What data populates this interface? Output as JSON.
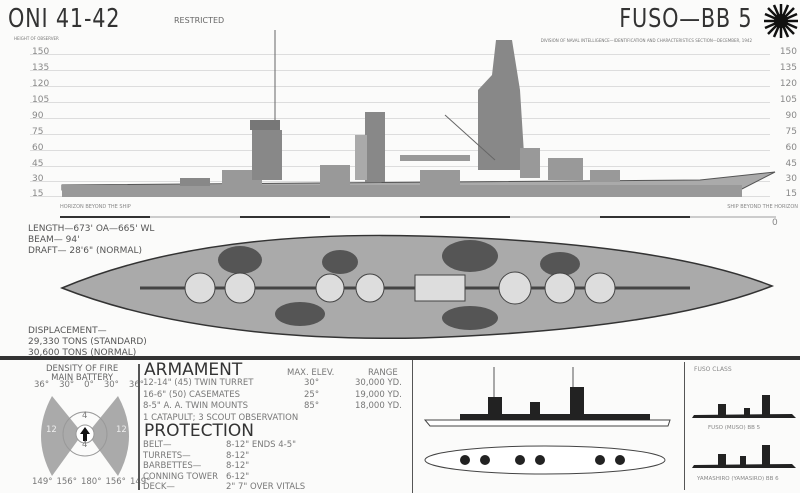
{
  "header": {
    "doc_id": "ONI 41-42",
    "classification": "RESTRICTED",
    "ship": "FUSO—BB 5",
    "subtitle": "DIVISION OF NAVAL INTELLIGENCE—IDENTIFICATION AND CHARACTERISTICS SECTION—DECEMBER, 1942",
    "emblem": "rising-sun-icon"
  },
  "profile": {
    "observer_label": "HEIGHT OF OBSERVER",
    "height_ticks": [
      "150",
      "135",
      "120",
      "105",
      "90",
      "75",
      "60",
      "45",
      "30",
      "15"
    ],
    "horizon_left": "HORIZON BEYOND THE SHIP",
    "horizon_right": "SHIP BEYOND THE HORIZON",
    "scale_zero": "0"
  },
  "dimensions": {
    "length": "LENGTH—673' OA—665' WL",
    "beam": "BEAM—  94'",
    "draft": "DRAFT—  28'6\" (NORMAL)"
  },
  "displacement": {
    "label": "DISPLACEMENT—",
    "standard": "29,330 TONS (STANDARD)",
    "normal": "30,600 TONS (NORMAL)"
  },
  "density_of_fire": {
    "title1": "DENSITY OF FIRE",
    "title2": "MAIN BATTERY",
    "top_angles": [
      "36°",
      "30°",
      "0°",
      "30°",
      "36°"
    ],
    "bottom_angles": [
      "149°",
      "156°",
      "180°",
      "156°",
      "149°"
    ],
    "left_guns": "12",
    "right_guns": "12",
    "fore_guns": "4",
    "aft_guns": "4"
  },
  "armament": {
    "title": "ARMAMENT",
    "col_elev": "MAX. ELEV.",
    "col_range": "RANGE",
    "rows": [
      {
        "gun": "12-14\" (45) TWIN TURRET",
        "elev": "30°",
        "range": "30,000 YD."
      },
      {
        "gun": "16-6\"  (50) CASEMATES",
        "elev": "25°",
        "range": "19,000 YD."
      },
      {
        "gun": " 8-5\"  A. A. TWIN MOUNTS",
        "elev": "85°",
        "range": "18,000 YD."
      }
    ],
    "aircraft": "1 CATAPULT; 3 SCOUT OBSERVATION"
  },
  "protection": {
    "title": "PROTECTION",
    "rows": [
      {
        "part": "BELT—",
        "value": "8-12\" ENDS 4-5\""
      },
      {
        "part": "TURRETS—",
        "value": "8-12\""
      },
      {
        "part": "BARBETTES—",
        "value": "8-12\""
      },
      {
        "part": "CONNING TOWER",
        "value": "6-12\""
      },
      {
        "part": "DECK—",
        "value": "2\"  7\" OVER VITALS"
      }
    ]
  },
  "class": {
    "title": "FUSO CLASS",
    "ships": [
      "FUSO (MUSO) BB 5",
      "YAMASHIRO (YAMASIRO) BB 6"
    ]
  }
}
